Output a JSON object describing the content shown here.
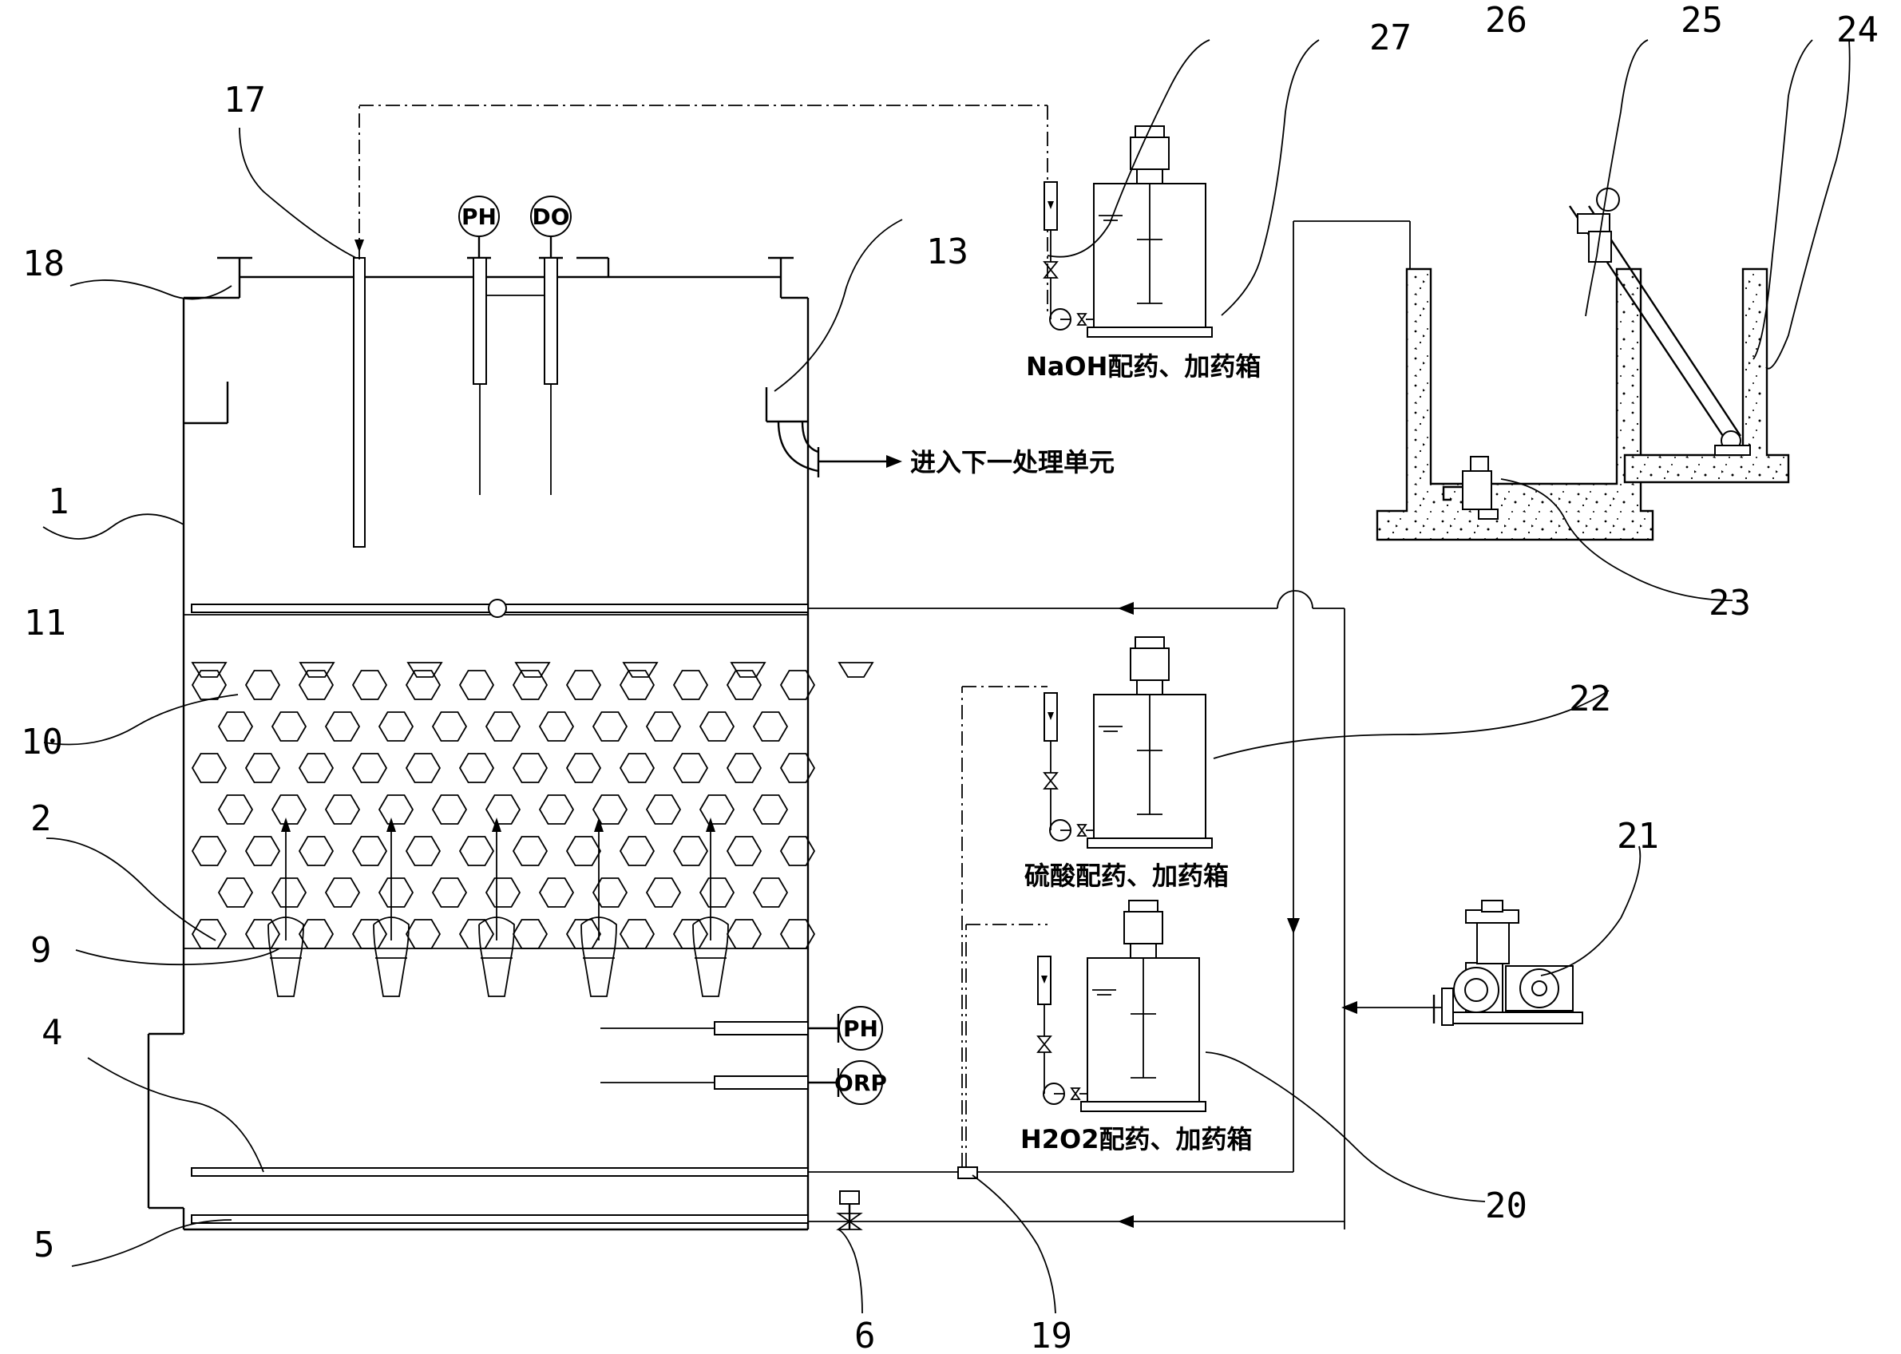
{
  "callouts": [
    "1",
    "2",
    "4",
    "5",
    "6",
    "9",
    "10",
    "11",
    "13",
    "17",
    "18",
    "19",
    "20",
    "21",
    "22",
    "23",
    "24",
    "25",
    "26",
    "27"
  ],
  "probes": {
    "ph_top": "PH",
    "do_top": "DO",
    "ph_bottom": "PH",
    "orp_bottom": "ORP"
  },
  "texts": {
    "outlet": "进入下一处理单元",
    "naoh_box": "NaOH配药、加药箱",
    "h2so4_box": "硫酸配药、加药箱",
    "h2o2_box": "H2O2配药、加药箱"
  }
}
